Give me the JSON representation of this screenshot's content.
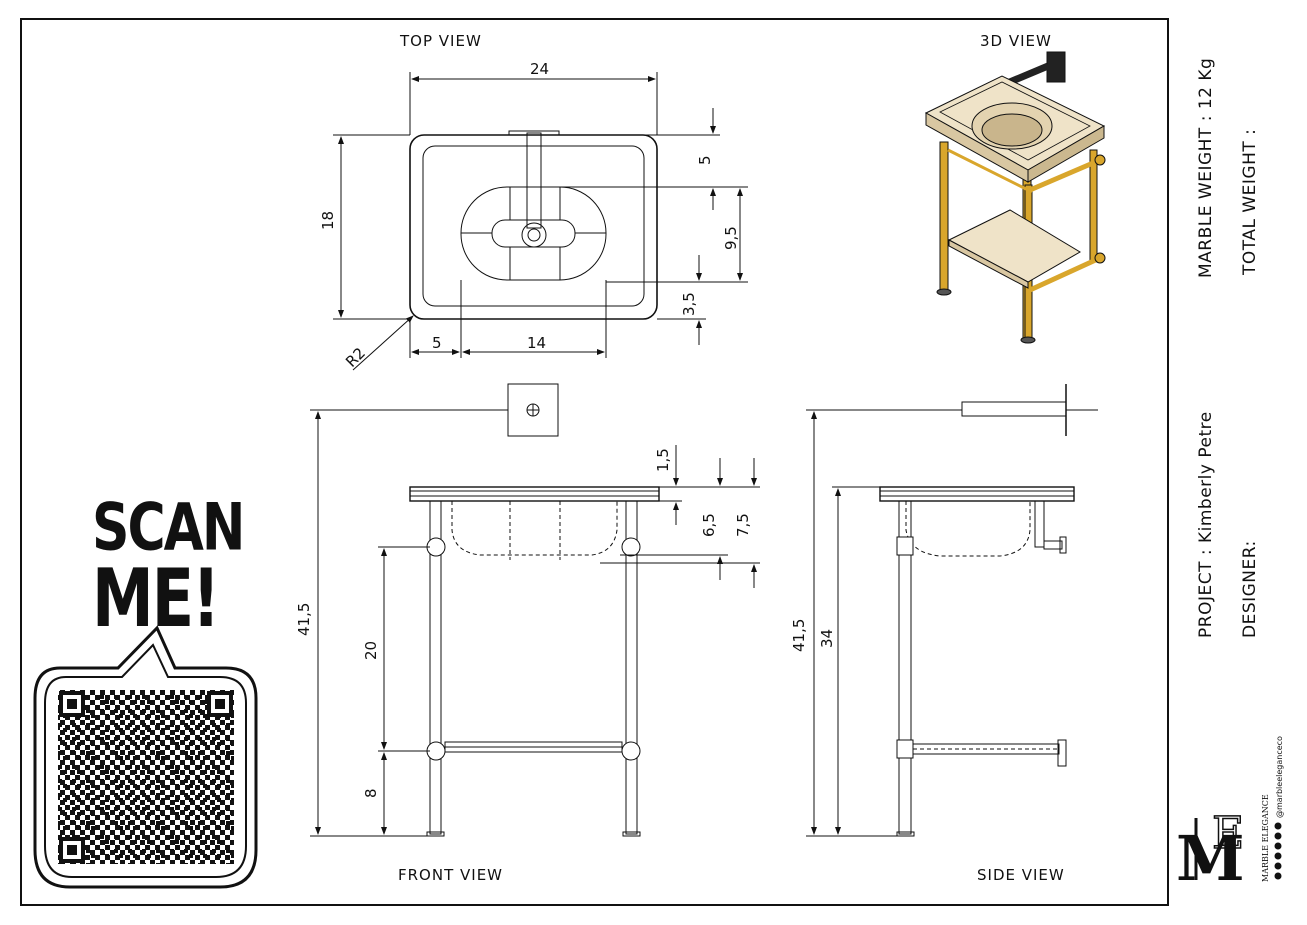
{
  "views": {
    "top": "TOP VIEW",
    "view3d": "3D VIEW",
    "front": "FRONT VIEW",
    "side": "SIDE VIEW"
  },
  "dimensions": {
    "top_width": "24",
    "top_depth": "18",
    "top_faucet_offset": "5",
    "top_basin_depth": "9,5",
    "top_front_margin": "3,5",
    "top_left_margin": "5",
    "top_basin_width": "14",
    "top_radius": "R2",
    "front_total_height": "41,5",
    "front_leg_height": "20",
    "front_shelf_height": "8",
    "front_slab": "1,5",
    "front_basin": "6,5",
    "front_total_basin": "7,5",
    "side_total_height": "41,5",
    "side_top_height": "34"
  },
  "info": {
    "marble_weight": "MARBLE WEIGHT : 12 Kg",
    "total_weight": "TOTAL WEIGHT :",
    "project": "PROJECT : Kimberly Petre",
    "designer": "DESIGNER:"
  },
  "scan": {
    "line1": "SCAN",
    "line2": "ME!"
  },
  "brand": {
    "name": "MARBLE ELEGANCE",
    "handle": "@marbleeleganceco"
  },
  "colors": {
    "line": "#111111",
    "marble": "#efe3c8",
    "gold": "#d9a62c"
  }
}
